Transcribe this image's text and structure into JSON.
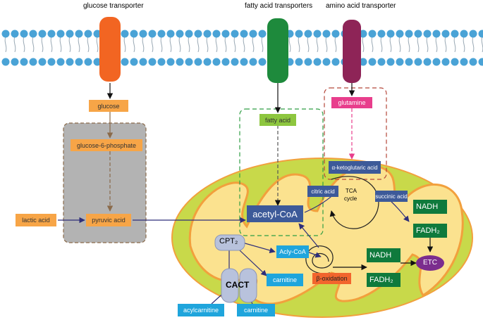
{
  "transporters": {
    "glucose": "glucose transporter",
    "fatty_acid": "fatty acid transporters",
    "amino_acid": "amino acid transporter"
  },
  "metabolites": {
    "glucose": "glucose",
    "glucose_6_phosphate": "glucose-6-phosphate",
    "lactic_acid": "lactic acid",
    "pyruvic_acid": "pyruvic acid",
    "fatty_acid": "fatty acid",
    "glutamine": "glutamine",
    "alpha_ketoglutaric_acid": "α-ketoglutaric acid",
    "citric_acid": "citric acid",
    "succinic_acid": "succinic acid",
    "acetyl_coa": "acetyl-CoA",
    "acyl_coa": "Acly-CoA",
    "carnitine_inner": "carnitine",
    "carnitine_outer": "carnitine",
    "acylcarnitine": "acylcarnitine"
  },
  "cycle": {
    "tca_line1": "TCA",
    "tca_line2": "cycle",
    "beta_oxidation": "β-oxidation"
  },
  "enzymes": {
    "cpt2": "CPT₂",
    "cact": "CACT"
  },
  "cofactors": {
    "nadh_tca": "NADH",
    "fadh2_tca": "FADH₂",
    "nadh_beta": "NADH",
    "fadh2_beta": "FADH₂",
    "etc": "ETC"
  },
  "colors": {
    "glucose_transporter": "#f26522",
    "fatty_acid_transporter": "#1e8a3c",
    "amino_acid_transporter": "#8e2457",
    "mitochondrion_outer": "#c8d94a",
    "mitochondrion_inner": "#f2a03d",
    "cytosol_box": "#b3b3b3",
    "membrane_head": "#4aa3d6",
    "etc": "#7b2d8e"
  }
}
